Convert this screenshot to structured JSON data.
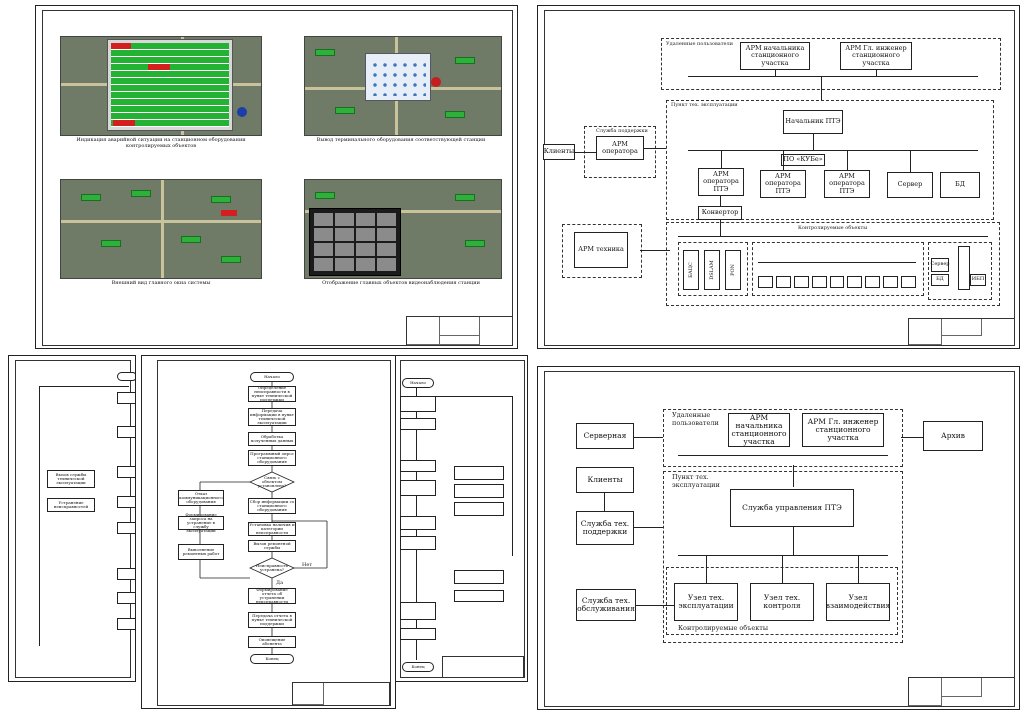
{
  "sheet1": {
    "captions": [
      "Индикация аварийной ситуации на станционном оборудовании контролируемых объектов",
      "Вывод терминального оборудования соответствующей станции",
      "Внешний вид главного окна системы",
      "Отображение главных объектов видеонаблюдения станции"
    ]
  },
  "sheet2": {
    "group_labels": [
      "Удаленные пользователи",
      "Служба поддержки",
      "Пункт тех. эксплуатации",
      "Контролируемые объекты"
    ],
    "arm_head": "АРМ начальника станционного участка",
    "arm_chief_engineer": "АРМ Гл. инженер станционного участка",
    "clients": "Клиенты",
    "arm_operator": "АРМ оператора",
    "head_pte": "Начальник ПТЭ",
    "po_kube": "ПО «КУБе»",
    "arm_operator_pte1": "АРМ оператора ПТЭ",
    "arm_operator_pte2": "АРМ оператора ПТЭ",
    "arm_operator_pte3": "АРМ оператора ПТЭ",
    "server": "Сервер",
    "db": "БД",
    "converter": "Конвертор",
    "arm_technician": "АРМ техника",
    "vertical_units": [
      "БАЦС",
      "DSLAM",
      "PON"
    ],
    "server_small": "Сервер",
    "db_small": "БД",
    "ibp": "ИБП"
  },
  "sheet3": {
    "left_items": [
      "Вызов службы технической эксплуатации",
      "Устранение неисправностей"
    ],
    "main_flow": [
      "Начало",
      "Определение неисправности в пункт технической поддержки",
      "Передача информации в пункт технической эксплуатации",
      "Обработка полученных данных",
      "Программный опрос станционного оборудования",
      "Связь с объектом установлена?",
      "Сбор информации со станционного оборудования",
      "Установка наличия и категории неисправности",
      "Вызов ремонтной службы",
      "Неисправность устранена?",
      "Формирование отчета об устранении неисправности",
      "Передача отчета в пункт технической поддержки",
      "Оповещение абонента",
      "Конец"
    ],
    "branch_flow": [
      "Отказ коммуникационного оборудования",
      "Формирование запроса на устранение в службу эксплуатации",
      "Выполнение ремонтных работ"
    ],
    "yes_label": "Да",
    "no_label": "Нет",
    "right_flow": [
      "Начало",
      "Конец"
    ]
  },
  "sheet4": {
    "remote_users": "Удаленные пользователи",
    "arm_head": "АРМ начальника станционного участка",
    "arm_chief_engineer": "АРМ Гл. инженер станционного участка",
    "server_room": "Серверная",
    "archive": "Архив",
    "clients": "Клиенты",
    "tech_point": "Пункт тех. эксплуатации",
    "support": "Служба тех. поддержки",
    "control_service": "Служба управления ПТЭ",
    "maintenance": "Служба тех. обслуживания",
    "node_operation": "Узел тех. эксплуатации",
    "node_control": "Узел тех. контроля",
    "node_interaction": "Узел взаимодействия",
    "controlled_objects": "Контролируемые объекты"
  }
}
